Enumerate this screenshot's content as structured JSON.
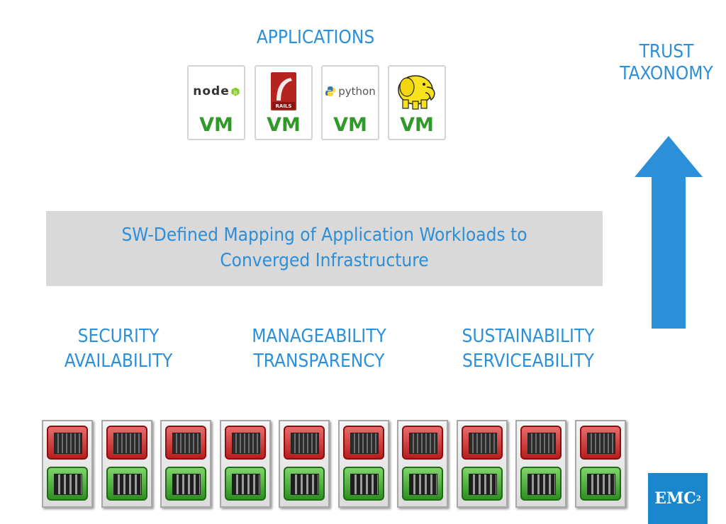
{
  "applications": {
    "title": "APPLICATIONS",
    "cards": [
      {
        "logo": "nodejs-logo",
        "logo_text": "node",
        "vm": "VM"
      },
      {
        "logo": "rails-logo",
        "logo_text": "RAILS",
        "vm": "VM"
      },
      {
        "logo": "python-logo",
        "logo_text": "python",
        "vm": "VM"
      },
      {
        "logo": "hadoop-elephant-logo",
        "vm": "VM"
      }
    ]
  },
  "trust": {
    "line1": "TRUST",
    "line2": "TAXONOMY",
    "arrow_color": "#2b8fd9"
  },
  "mapping": {
    "line1": "SW-Defined Mapping of  Application Workloads to",
    "line2": "Converged Infrastructure"
  },
  "attributes": [
    {
      "line1": "SECURITY",
      "line2": "AVAILABILITY"
    },
    {
      "line1": "MANAGEABILITY",
      "line2": "TRANSPARENCY"
    },
    {
      "line1": "SUSTAINABILITY",
      "line2": "SERVICEABILITY"
    }
  ],
  "infrastructure": {
    "server_count": 10,
    "icon": "server-rack-icon"
  },
  "brand": {
    "logo_text": "EMC",
    "logo_superscript": "2",
    "color": "#1a86cc"
  },
  "colors": {
    "accent_blue": "#2b8fd9",
    "vm_green": "#2f9a27",
    "band_gray": "#d9d9d9"
  }
}
